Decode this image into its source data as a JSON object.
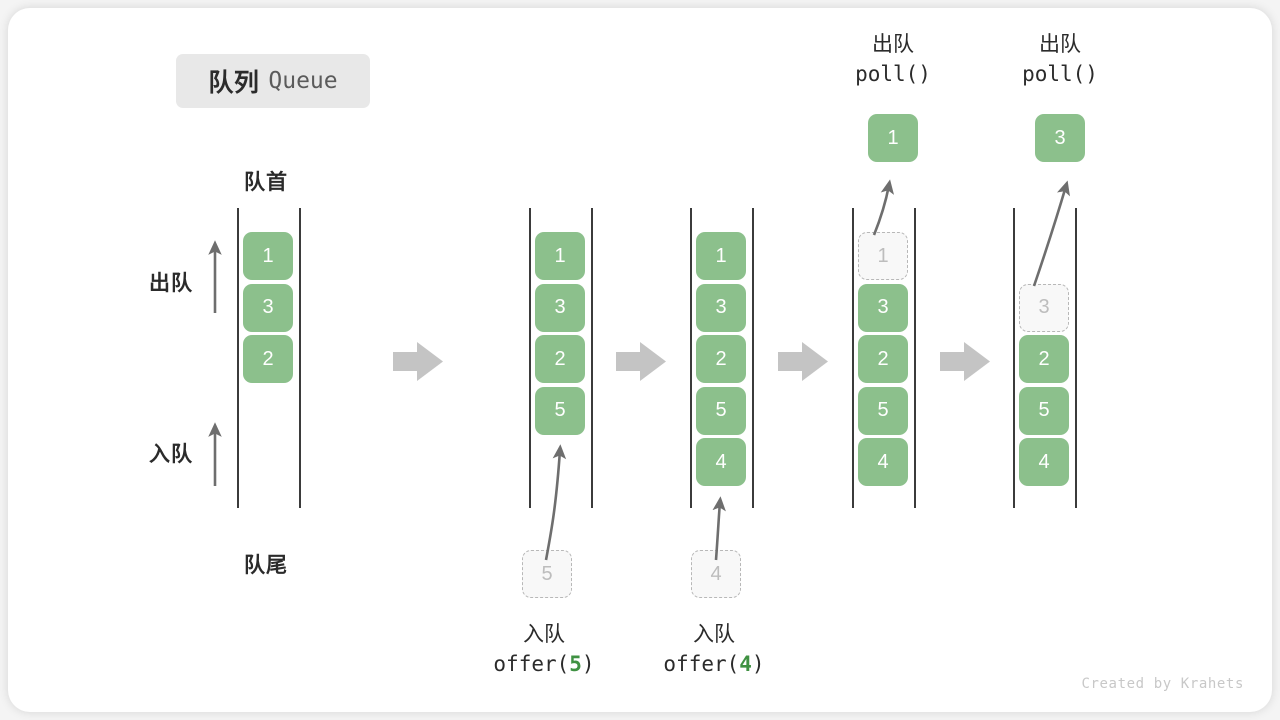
{
  "title": {
    "cn": "队列",
    "en": "Queue"
  },
  "labels": {
    "head": "队首",
    "tail": "队尾",
    "dequeue_side": "出队",
    "enqueue_side": "入队"
  },
  "colors": {
    "element": "#8cc08c",
    "element_text": "#ffffff",
    "ghost_fill": "#f8f8f8",
    "ghost_border": "#b8b8b8",
    "ghost_text": "#bdbdbd",
    "rail": "#3b3b3b",
    "arrow": "#6e6e6e",
    "step_arrow": "#c4c4c4",
    "accent_number": "#3f9142",
    "title_chip_bg": "#e8e8e8"
  },
  "states": [
    {
      "name": "initial",
      "cells": [
        {
          "value": "1",
          "ghost": false
        },
        {
          "value": "3",
          "ghost": false
        },
        {
          "value": "2",
          "ghost": false
        }
      ]
    },
    {
      "name": "after-offer-5",
      "cells": [
        {
          "value": "1",
          "ghost": false
        },
        {
          "value": "3",
          "ghost": false
        },
        {
          "value": "2",
          "ghost": false
        },
        {
          "value": "5",
          "ghost": false
        }
      ]
    },
    {
      "name": "after-offer-4",
      "cells": [
        {
          "value": "1",
          "ghost": false
        },
        {
          "value": "3",
          "ghost": false
        },
        {
          "value": "2",
          "ghost": false
        },
        {
          "value": "5",
          "ghost": false
        },
        {
          "value": "4",
          "ghost": false
        }
      ]
    },
    {
      "name": "poll-1",
      "cells": [
        {
          "value": "1",
          "ghost": true
        },
        {
          "value": "3",
          "ghost": false
        },
        {
          "value": "2",
          "ghost": false
        },
        {
          "value": "5",
          "ghost": false
        },
        {
          "value": "4",
          "ghost": false
        }
      ]
    },
    {
      "name": "poll-3",
      "cells": [
        {
          "value": "",
          "ghost": null
        },
        {
          "value": "3",
          "ghost": true
        },
        {
          "value": "2",
          "ghost": false
        },
        {
          "value": "5",
          "ghost": false
        },
        {
          "value": "4",
          "ghost": false
        }
      ]
    }
  ],
  "operations": {
    "offer5": {
      "cn": "入队",
      "fn": "offer(",
      "arg": "5",
      "fn_close": ")",
      "incoming_value": "5"
    },
    "offer4": {
      "cn": "入队",
      "fn": "offer(",
      "arg": "4",
      "fn_close": ")",
      "incoming_value": "4"
    },
    "poll1": {
      "cn": "出队",
      "fn": "poll()",
      "popped_value": "1"
    },
    "poll3": {
      "cn": "出队",
      "fn": "poll()",
      "popped_value": "3"
    }
  },
  "footer": "Created by Krahets"
}
